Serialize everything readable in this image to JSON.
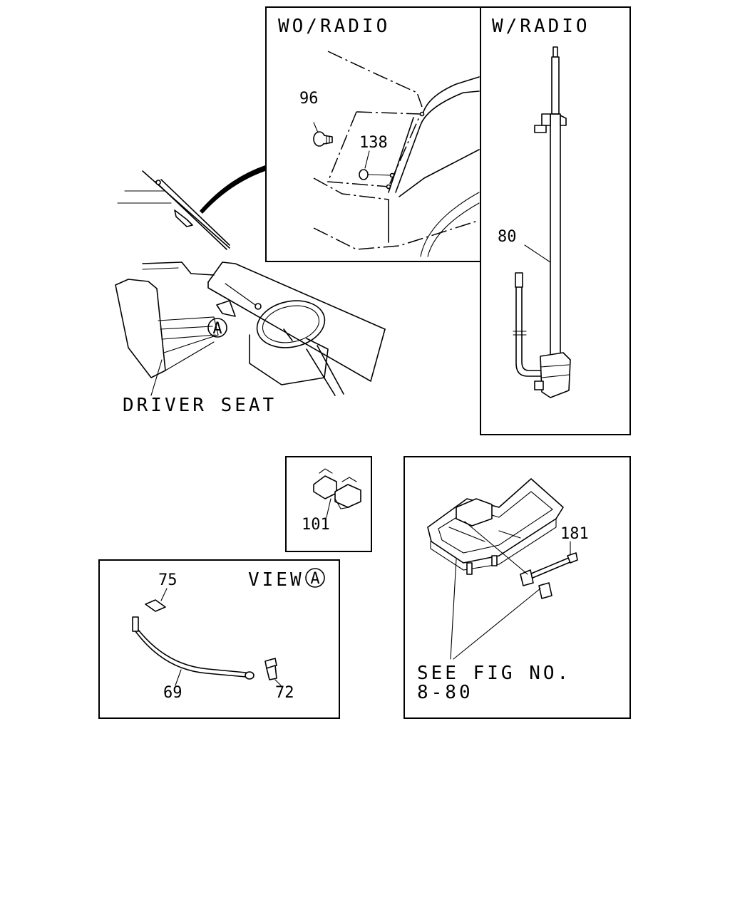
{
  "panels": {
    "wo_radio": {
      "title": "WO/RADIO",
      "parts": [
        "96",
        "138"
      ]
    },
    "w_radio": {
      "title": "W/RADIO",
      "parts": [
        "80"
      ]
    },
    "cabin": {
      "driver_seat_label": "DRIVER SEAT",
      "view_marker": "A"
    },
    "clip": {
      "parts": [
        "101"
      ]
    },
    "view_a": {
      "title": "VIEW",
      "marker": "A",
      "parts": [
        "75",
        "69",
        "72"
      ]
    },
    "bracket": {
      "parts": [
        "181"
      ],
      "reference_line1": "SEE FIG NO.",
      "reference_line2": "8-80"
    }
  }
}
